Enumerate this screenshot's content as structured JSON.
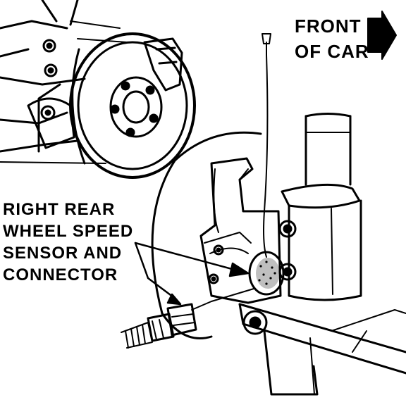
{
  "labels": {
    "front_line1": "FRONT",
    "front_line2": "OF CAR",
    "sensor_line1": "RIGHT REAR",
    "sensor_line2": "WHEEL SPEED",
    "sensor_line3": "SENSOR AND",
    "sensor_line4": "CONNECTOR"
  },
  "colors": {
    "ink": "#000000",
    "paper": "#ffffff"
  },
  "icons": {
    "direction": "arrow-right-icon"
  }
}
